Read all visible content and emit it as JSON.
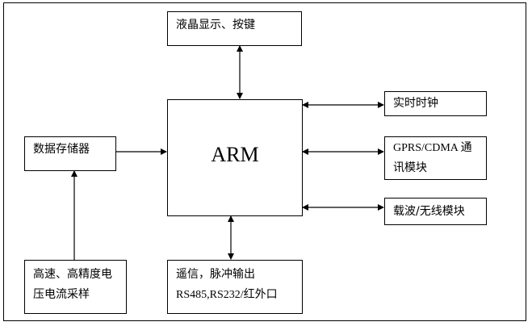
{
  "blocks": {
    "lcd": "液晶显示、按键",
    "arm": "ARM",
    "rtc": "实时时钟",
    "gprs_line1": "GPRS/CDMA 通",
    "gprs_line2": "讯模块",
    "carrier": "载波/无线模块",
    "storage": "数据存储器",
    "sampling_line1": "高速、高精度电",
    "sampling_line2": "压电流采样",
    "remote_line1": "遥信，脉冲输出",
    "remote_line2": "RS485,RS232/红外口"
  },
  "connections": [
    {
      "from": "lcd",
      "to": "arm",
      "direction": "bidirectional"
    },
    {
      "from": "arm",
      "to": "rtc",
      "direction": "bidirectional"
    },
    {
      "from": "arm",
      "to": "gprs",
      "direction": "bidirectional"
    },
    {
      "from": "arm",
      "to": "carrier",
      "direction": "bidirectional"
    },
    {
      "from": "storage",
      "to": "arm",
      "direction": "one-way"
    },
    {
      "from": "sampling",
      "to": "storage",
      "direction": "one-way"
    },
    {
      "from": "remote",
      "to": "arm",
      "direction": "bidirectional"
    }
  ]
}
